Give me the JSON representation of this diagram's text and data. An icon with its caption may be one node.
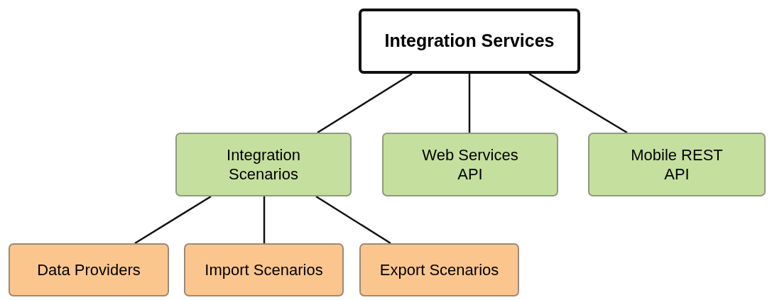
{
  "diagram": {
    "nodes": [
      {
        "text": [
          "Integration Services"
        ]
      },
      {
        "text": [
          "Integration Scenarios"
        ]
      },
      {
        "text": [
          "Web Services API"
        ]
      },
      {
        "text": [
          "Mobile REST API"
        ]
      },
      {
        "text": [
          "Data Providers"
        ]
      },
      {
        "text": [
          "Import Scenarios"
        ]
      },
      {
        "text": [
          "Export Scenarios"
        ]
      }
    ],
    "edges": [
      {
        "from": 0,
        "to": 1,
        "arrow": "none"
      },
      {
        "from": 0,
        "to": 2,
        "arrow": "none"
      },
      {
        "from": 0,
        "to": 3,
        "arrow": "none"
      },
      {
        "from": 1,
        "to": 4,
        "arrow": "none"
      },
      {
        "from": 1,
        "to": 5,
        "arrow": "none"
      },
      {
        "from": 1,
        "to": 6,
        "arrow": "none"
      }
    ]
  }
}
